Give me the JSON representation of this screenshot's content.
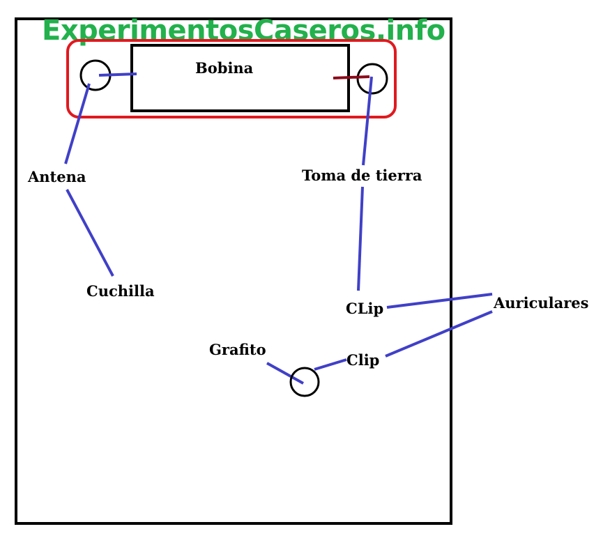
{
  "watermark": {
    "text": "ExperimentosCaseros.info",
    "color": "#22b14c"
  },
  "colors": {
    "board_outline": "#000000",
    "coil_group": "#e0191f",
    "wire": "#4040c8",
    "ground_wire_stub": "#8b0a1a",
    "terminal": "#000000"
  },
  "labels": {
    "bobina": "Bobina",
    "antena": "Antena",
    "toma_de_tierra": "Toma de tierra",
    "cuchilla": "Cuchilla",
    "clip_upper": "CLip",
    "auriculares": "Auriculares",
    "grafito": "Grafito",
    "clip_lower": "Clip"
  }
}
